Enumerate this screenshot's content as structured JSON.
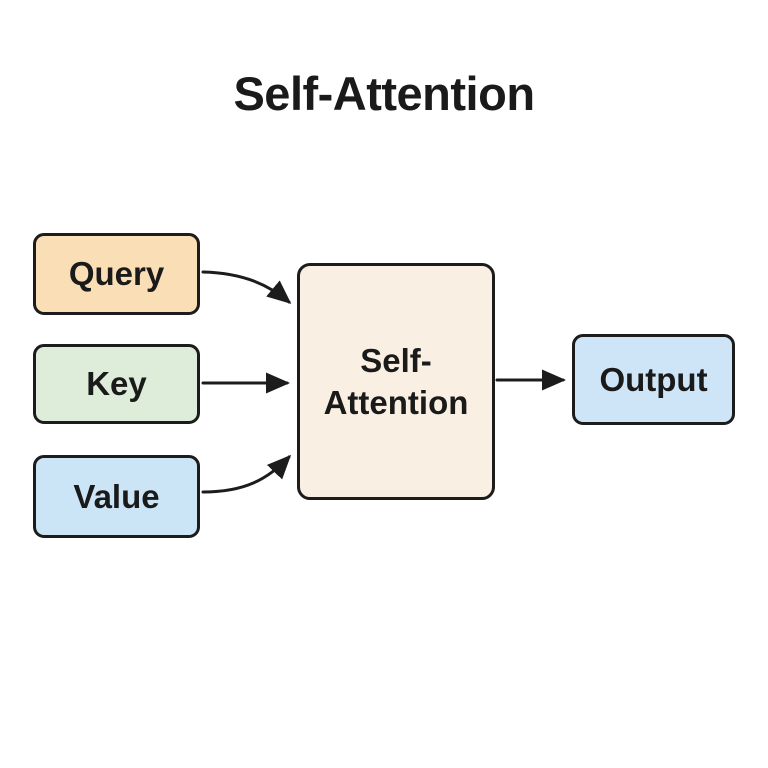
{
  "title": "Self-Attention",
  "colors": {
    "background": "#ffffff",
    "border": "#1c1c1c",
    "arrow": "#1c1c1c",
    "text": "#1a1a1a",
    "query_fill": "#fadfb6",
    "key_fill": "#deedd9",
    "value_fill": "#cbe4f6",
    "attention_fill": "#f9f0e3",
    "output_fill": "#cde5f6"
  },
  "nodes": {
    "query": {
      "label": "Query",
      "fill": "#fadfb6"
    },
    "key": {
      "label": "Key",
      "fill": "#deedd9"
    },
    "value": {
      "label": "Value",
      "fill": "#cbe4f6"
    },
    "attention": {
      "label_line1": "Self-",
      "label_line2": "Attention",
      "fill": "#f9f0e3"
    },
    "output": {
      "label": "Output",
      "fill": "#cde5f6"
    }
  },
  "edges": [
    {
      "from": "Query",
      "to": "Self-Attention",
      "shape": "curved-down"
    },
    {
      "from": "Key",
      "to": "Self-Attention",
      "shape": "straight"
    },
    {
      "from": "Value",
      "to": "Self-Attention",
      "shape": "curved-up"
    },
    {
      "from": "Self-Attention",
      "to": "Output",
      "shape": "straight"
    }
  ]
}
